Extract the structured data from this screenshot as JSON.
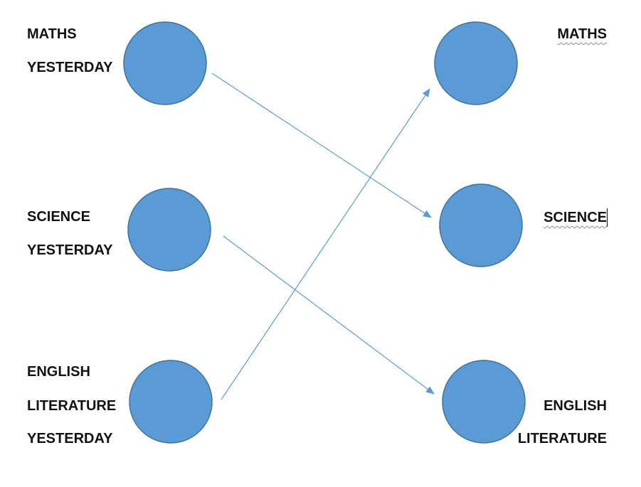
{
  "left_nodes": [
    {
      "lines": [
        "MATHS",
        "YESTERDAY"
      ]
    },
    {
      "lines": [
        "SCIENCE",
        "YESTERDAY"
      ]
    },
    {
      "lines": [
        "ENGLISH",
        "LITERATURE",
        "YESTERDAY"
      ]
    }
  ],
  "right_nodes": [
    {
      "lines": [
        "MATHS"
      ]
    },
    {
      "lines": [
        "SCIENCE"
      ]
    },
    {
      "lines": [
        "ENGLISH",
        "LITERATURE"
      ]
    }
  ],
  "connections": [
    {
      "from": "MATHS YESTERDAY",
      "to": "SCIENCE"
    },
    {
      "from": "SCIENCE YESTERDAY",
      "to": "ENGLISH LITERATURE"
    },
    {
      "from": "ENGLISH LITERATURE YESTERDAY",
      "to": "MATHS"
    }
  ],
  "colors": {
    "node_fill": "#5b9bd5",
    "node_stroke": "#41719c",
    "arrow": "#5b9bd5",
    "text": "#111111"
  }
}
